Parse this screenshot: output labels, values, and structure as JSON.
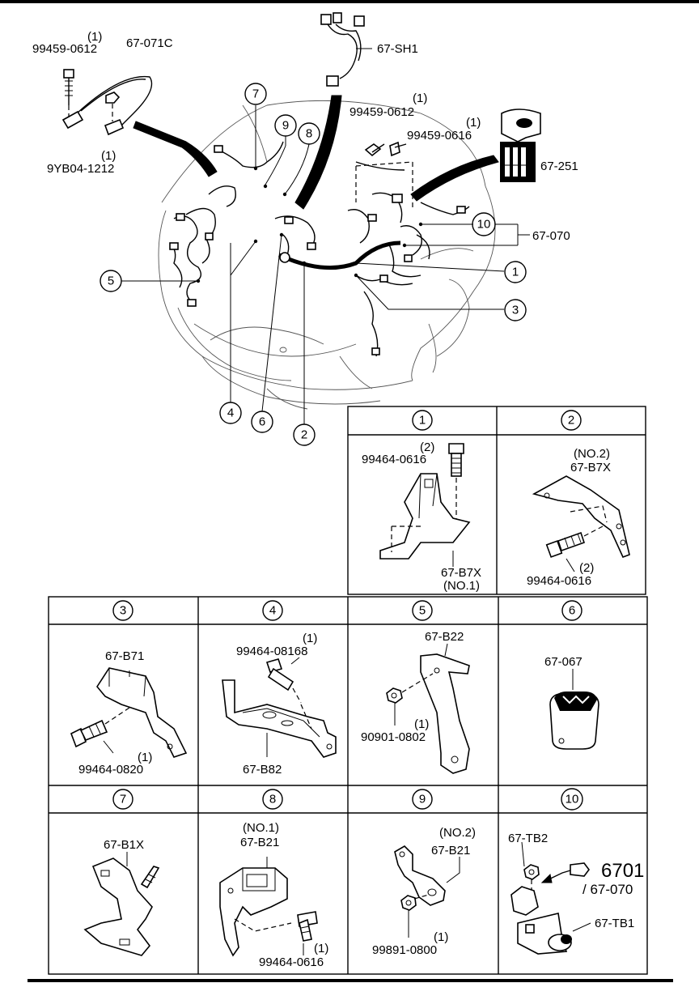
{
  "main_labels": {
    "bolt_top_left_qty": "(1)",
    "bolt_top_left": "99459-0612",
    "ground_cable": "67-071C",
    "nut_qty": "(1)",
    "nut": "9YB04-1212",
    "harness_sh1": "67-SH1",
    "bolt_center_qty": "(1)",
    "bolt_center": "99459-0612",
    "bolt_center2_qty": "(1)",
    "bolt_center2": "99459-0616",
    "relay_box": "67-251",
    "main_harness": "67-070"
  },
  "callouts": [
    "1",
    "2",
    "3",
    "4",
    "5",
    "6",
    "7",
    "8",
    "9",
    "10"
  ],
  "panels": [
    {
      "num": "1",
      "qty": "(2)",
      "bolt": "99464-0616",
      "part": "67-B7X",
      "note": "(NO.1)"
    },
    {
      "num": "2",
      "note": "(NO.2)",
      "part": "67-B7X",
      "bolt": "99464-0616",
      "qty": "(2)"
    },
    {
      "num": "3",
      "part": "67-B71",
      "bolt": "99464-0820",
      "qty": "(1)"
    },
    {
      "num": "4",
      "qty": "(1)",
      "bolt": "99464-08168",
      "part": "67-B82"
    },
    {
      "num": "5",
      "part": "67-B22",
      "nut": "90901-0802",
      "qty": "(1)"
    },
    {
      "num": "6",
      "part": "67-067"
    },
    {
      "num": "7",
      "part": "67-B1X"
    },
    {
      "num": "8",
      "note": "(NO.1)",
      "part": "67-B21",
      "bolt": "99464-0616",
      "qty": "(1)"
    },
    {
      "num": "9",
      "note": "(NO.2)",
      "part": "67-B21",
      "nut": "99891-0800",
      "qty": "(1)"
    },
    {
      "num": "10",
      "part_top": "67-TB2",
      "ref": "6701",
      "ref2": "/ 67-070",
      "part_bottom": "67-TB1"
    }
  ]
}
